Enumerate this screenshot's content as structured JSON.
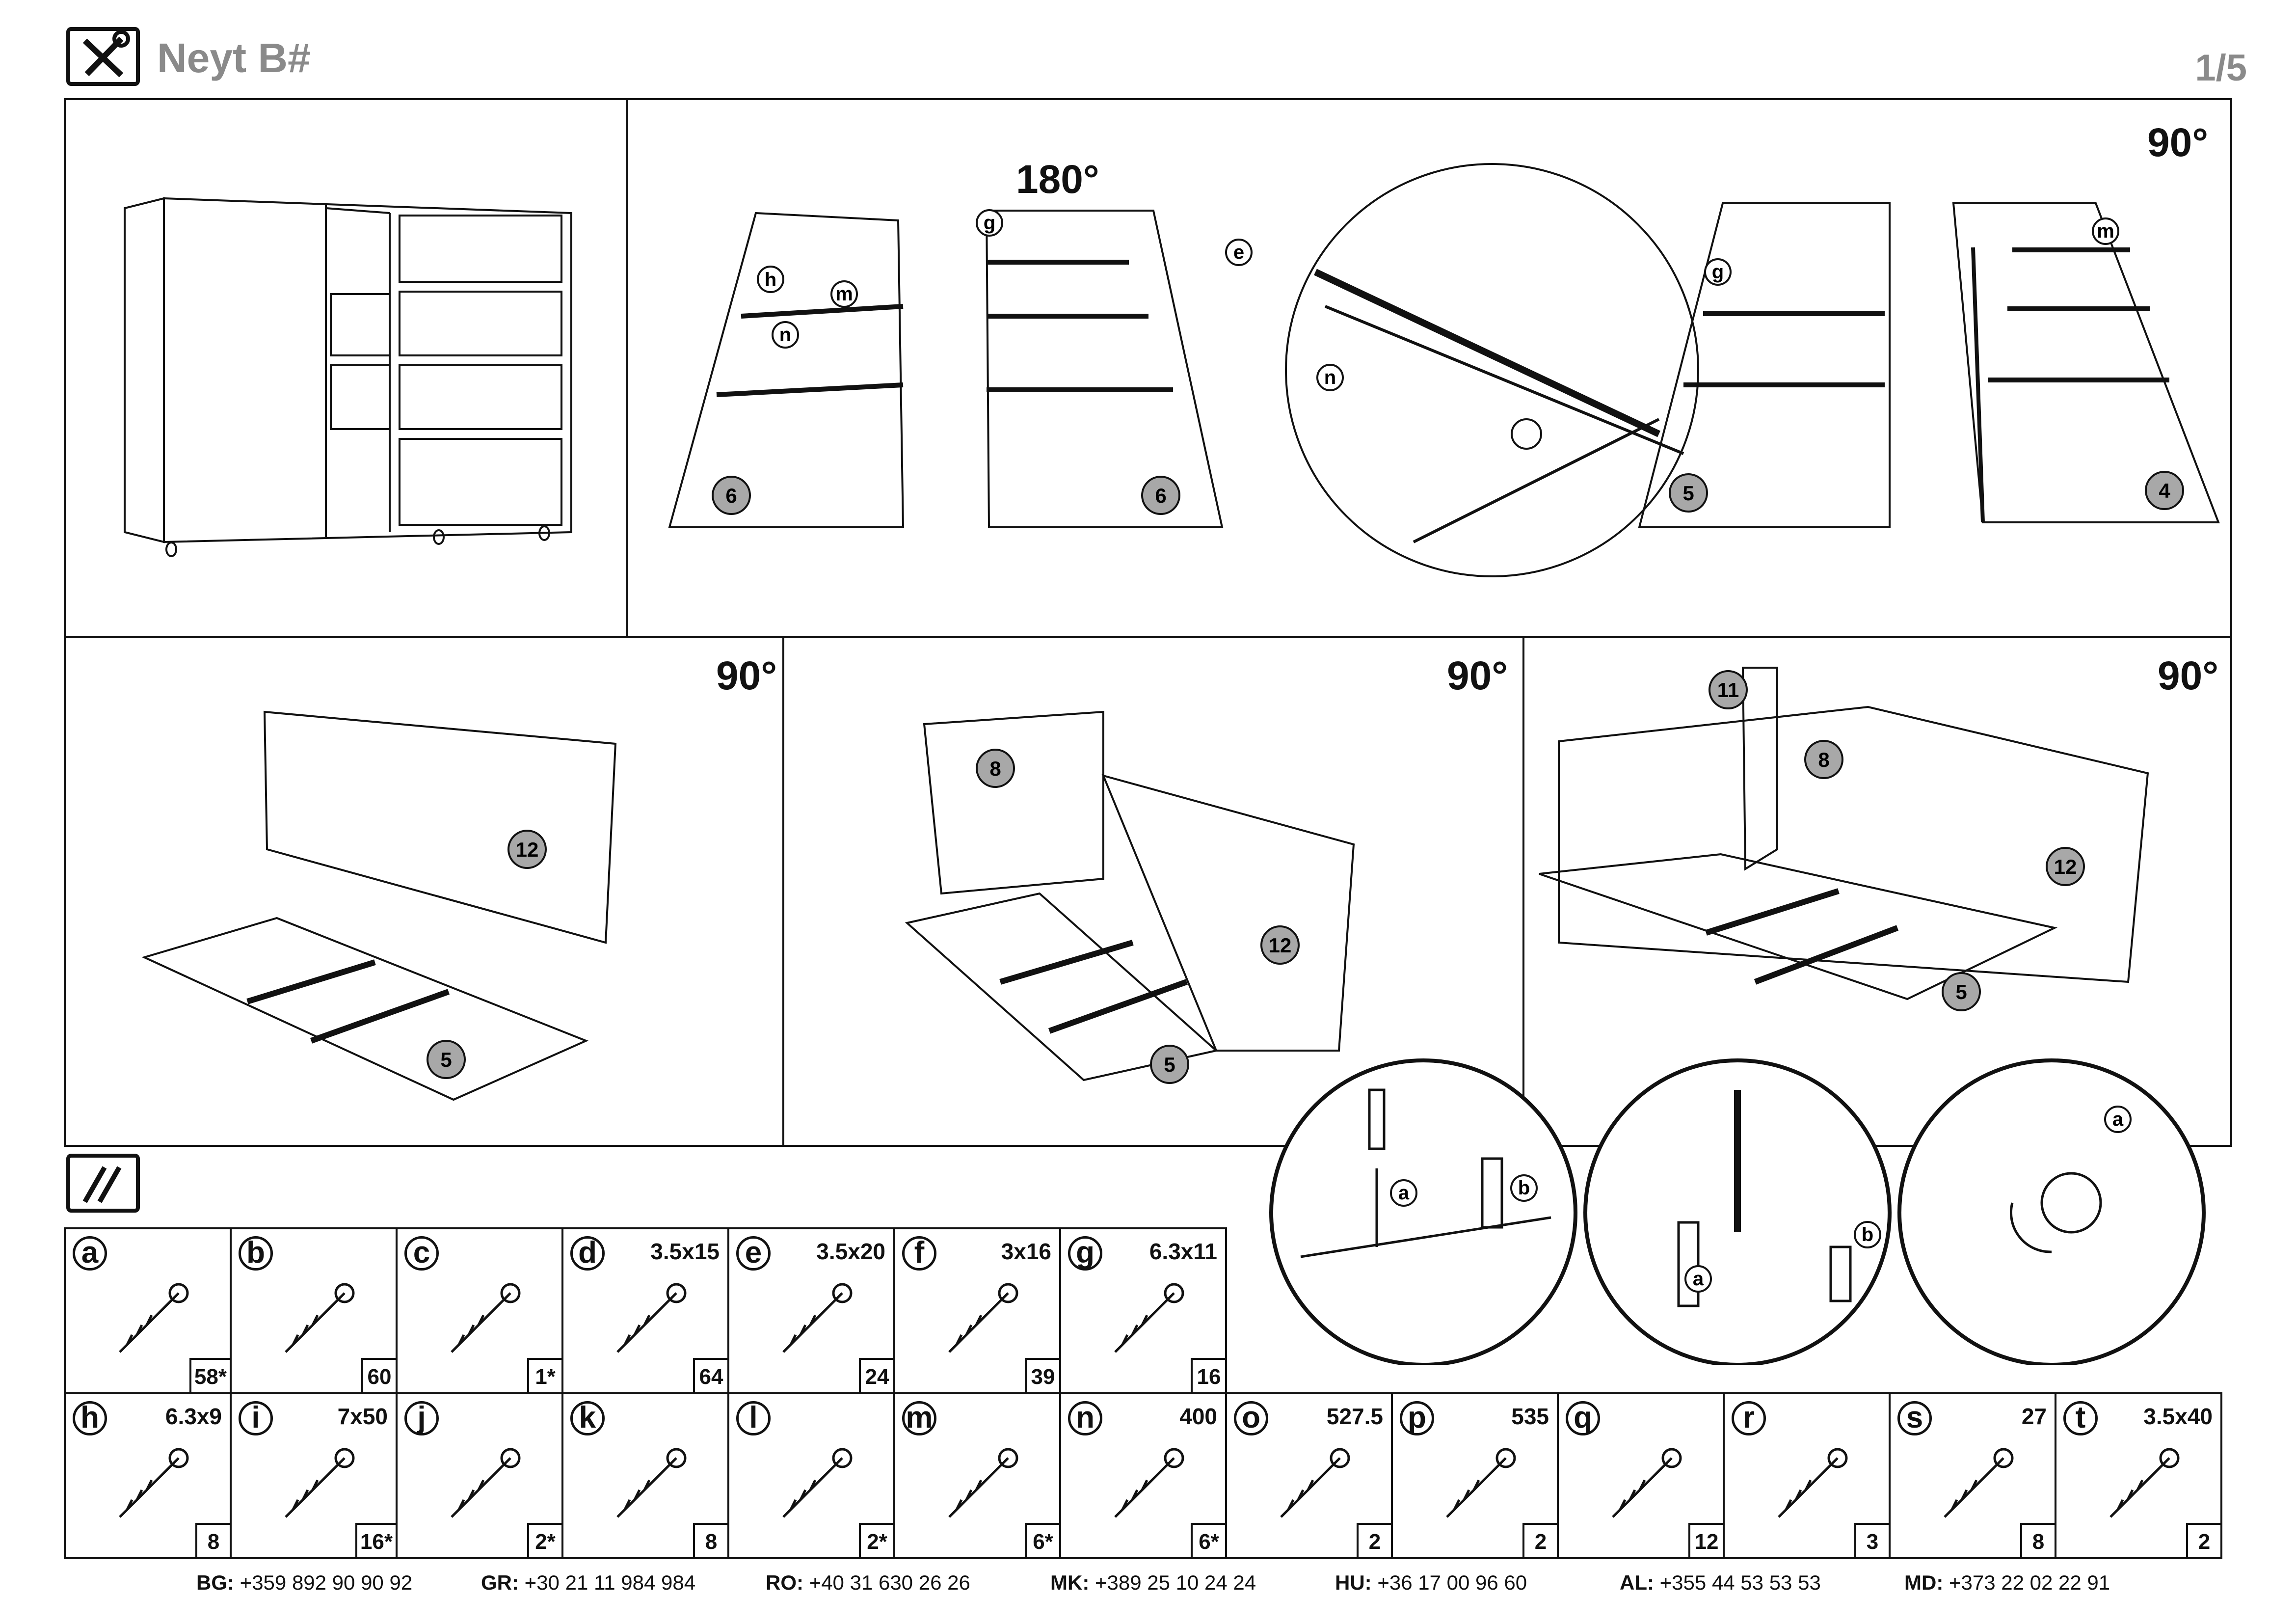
{
  "header": {
    "title": "Neyt B#",
    "page": "1/5"
  },
  "rotations": [
    "180°",
    "90°",
    "90°",
    "90°",
    "90°"
  ],
  "panel_numbers": [
    "6",
    "6",
    "5",
    "4",
    "12",
    "5",
    "8",
    "12",
    "5",
    "11",
    "8",
    "12",
    "5"
  ],
  "hardware_callouts": [
    "h",
    "m",
    "n",
    "g",
    "e",
    "a",
    "b"
  ],
  "parts": [
    {
      "id": "a",
      "dim": "",
      "qty": "58*"
    },
    {
      "id": "b",
      "dim": "",
      "qty": "60"
    },
    {
      "id": "c",
      "dim": "",
      "qty": "1*"
    },
    {
      "id": "d",
      "dim": "3.5x15",
      "qty": "64"
    },
    {
      "id": "e",
      "dim": "3.5x20",
      "qty": "24"
    },
    {
      "id": "f",
      "dim": "3x16",
      "qty": "39"
    },
    {
      "id": "g",
      "dim": "6.3x11",
      "qty": "16"
    },
    {
      "id": "h",
      "dim": "6.3x9",
      "qty": "8"
    },
    {
      "id": "i",
      "dim": "7x50",
      "qty": "16*"
    },
    {
      "id": "j",
      "dim": "",
      "qty": "2*"
    },
    {
      "id": "k",
      "dim": "",
      "qty": "8"
    },
    {
      "id": "l",
      "dim": "",
      "qty": "2*"
    },
    {
      "id": "m",
      "dim": "",
      "qty": "6*"
    },
    {
      "id": "n",
      "dim": "400",
      "qty": "6*"
    },
    {
      "id": "o",
      "dim": "527.5",
      "qty": "2"
    },
    {
      "id": "p",
      "dim": "535",
      "qty": "2"
    },
    {
      "id": "q",
      "dim": "",
      "qty": "12"
    },
    {
      "id": "r",
      "dim": "",
      "qty": "3"
    },
    {
      "id": "s",
      "dim": "27",
      "qty": "8"
    },
    {
      "id": "t",
      "dim": "3.5x40",
      "qty": "2"
    }
  ],
  "contacts": [
    {
      "code": "BG:",
      "phone": "+359 892 90 90 92"
    },
    {
      "code": "GR:",
      "phone": "+30 21 11 984 984"
    },
    {
      "code": "RO:",
      "phone": "+40 31 630 26 26"
    },
    {
      "code": "MK:",
      "phone": "+389 25 10 24 24"
    },
    {
      "code": "HU:",
      "phone": "+36 17 00 96 60"
    },
    {
      "code": "AL:",
      "phone": "+355 44 53 53 53"
    },
    {
      "code": "MD:",
      "phone": "+373 22 02 22 91"
    }
  ],
  "colors": {
    "ink": "#111111",
    "header_gray": "#8a8a8a",
    "badge_fill": "#a8a8a8"
  }
}
